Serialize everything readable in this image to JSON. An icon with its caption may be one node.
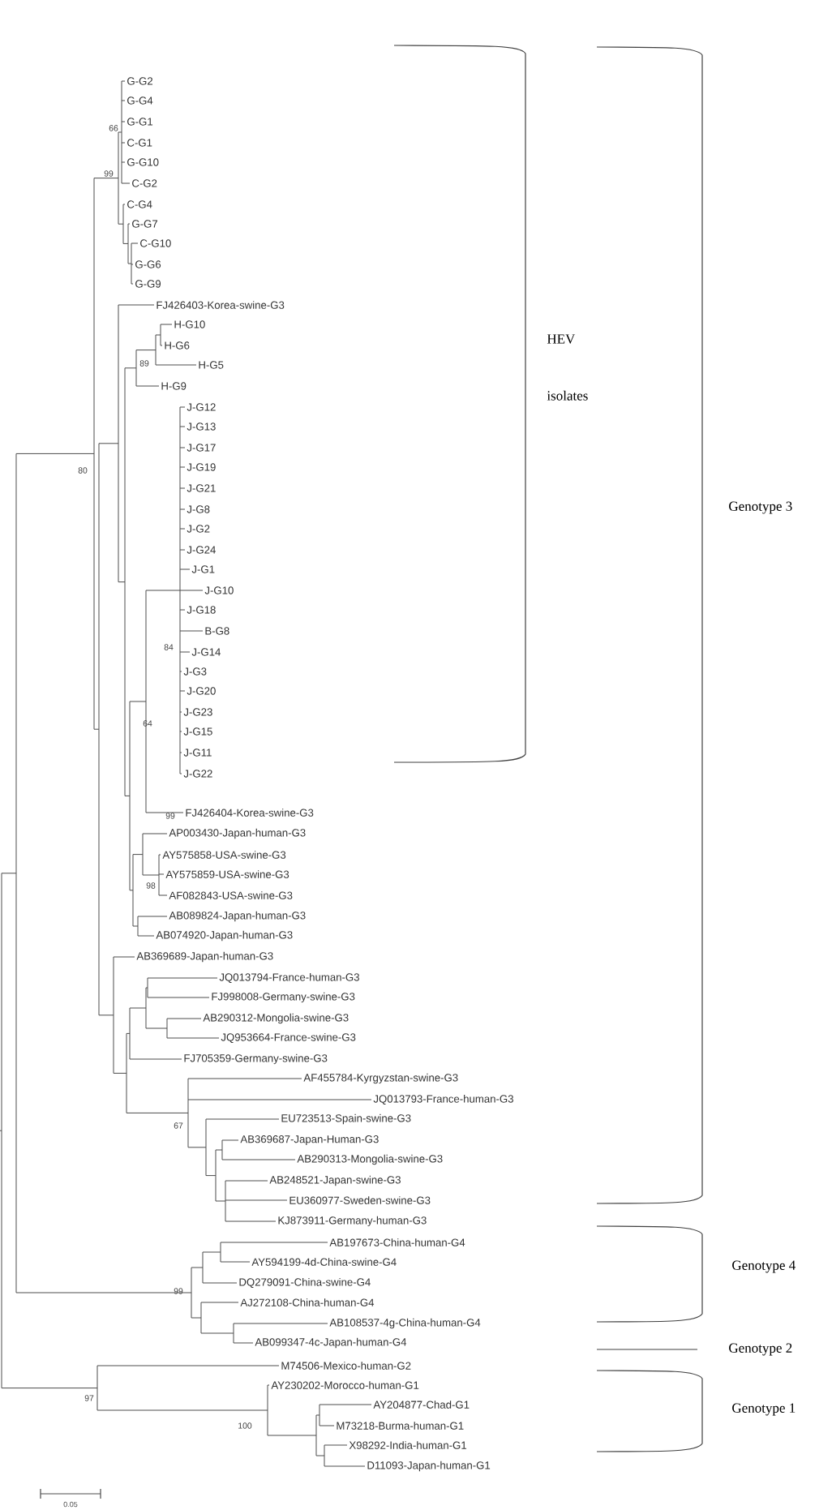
{
  "diagram": {
    "labels": [
      "G-G2",
      "G-G4",
      "G-G1",
      "C-G1",
      "G-G10",
      "C-G2",
      "C-G4",
      "G-G7",
      "C-G10",
      "G-G6",
      "G-G9",
      "FJ426403-Korea-swine-G3",
      "H-G10",
      "H-G6",
      "H-G5",
      "H-G9",
      "J-G12",
      "J-G13",
      "J-G17",
      "J-G19",
      "J-G21",
      "J-G8",
      "J-G2",
      "J-G24",
      "J-G1",
      "J-G10",
      "J-G18",
      "B-G8",
      "J-G14",
      "J-G3",
      "J-G20",
      "J-G23",
      "J-G15",
      "J-G11",
      "J-G22",
      "FJ426404-Korea-swine-G3",
      "AP003430-Japan-human-G3",
      "AY575858-USA-swine-G3",
      "AY575859-USA-swine-G3",
      "AF082843-USA-swine-G3",
      "AB089824-Japan-human-G3",
      "AB074920-Japan-human-G3",
      "AB369689-Japan-human-G3",
      "JQ013794-France-human-G3",
      "FJ998008-Germany-swine-G3",
      "AB290312-Mongolia-swine-G3",
      "JQ953664-France-swine-G3",
      "FJ705359-Germany-swine-G3",
      "AF455784-Kyrgyzstan-swine-G3",
      "JQ013793-France-human-G3",
      "EU723513-Spain-swine-G3",
      "AB369687-Japan-Human-G3",
      "AB290313-Mongolia-swine-G3",
      "AB248521-Japan-swine-G3",
      "EU360977-Sweden-swine-G3",
      "KJ873911-Germany-human-G3",
      "AB197673-China-human-G4",
      "AY594199-4d-China-swine-G4",
      "DQ279091-China-swine-G4",
      "AJ272108-China-human-G4",
      "AB108537-4g-China-human-G4",
      "AB099347-4c-Japan-human-G4",
      "M74506-Mexico-human-G2",
      "AY230202-Morocco-human-G1",
      "AY204877-Chad-G1",
      "M73218-Burma-human-G1",
      "X98292-India-human-G1",
      "D11093-Japan-human-G1",
      "66",
      "99",
      "89",
      "80",
      "84",
      "64",
      "99",
      "98",
      "67",
      "99",
      "97",
      "100",
      "HEV isolates",
      "Genotype 3",
      "Genotype 4",
      "Genotype 2",
      "Genotype 1",
      "0.05"
    ]
  }
}
